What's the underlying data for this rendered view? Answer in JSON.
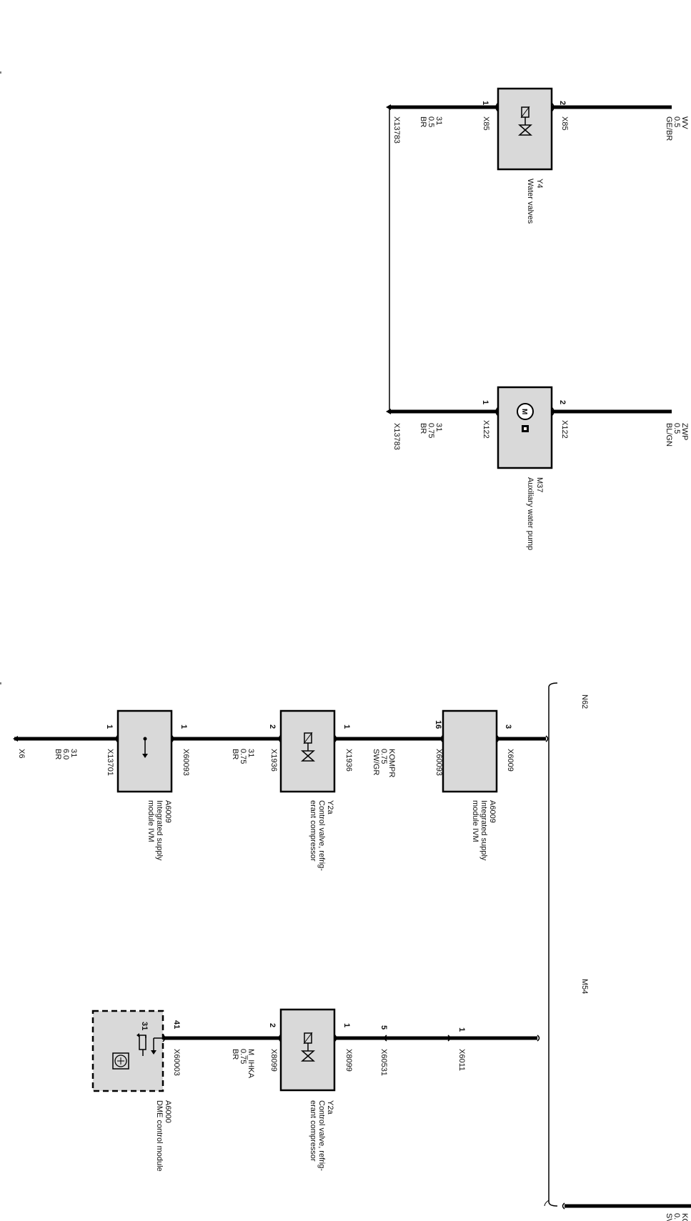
{
  "diagram": {
    "top_left": {
      "water_valves": {
        "id": "Y4",
        "name": "Water valves",
        "pin_left": "1",
        "pin_right": "2",
        "conn_left": "X85",
        "conn_right": "X85",
        "wire_right": [
          "WV",
          "0.5",
          "GE/BR"
        ],
        "wire_left": [
          "31",
          "0.5",
          "BR"
        ],
        "ground": "X13783"
      },
      "aux_pump": {
        "id": "M37",
        "name": "Auxiliary water pump",
        "pin_left": "1",
        "pin_right": "2",
        "conn_left": "X122",
        "conn_right": "X122",
        "wire_right": [
          "ZWP",
          "0.5",
          "BL/GN"
        ],
        "wire_left": [
          "31",
          "0.75",
          "BR"
        ],
        "ground": "X13783",
        "motor_symbol": "M"
      }
    },
    "variants": {
      "n62": "N62",
      "m54": "M54"
    },
    "n62_branch": {
      "ivm_top": {
        "id": "A6009",
        "name_l1": "Integrated supply",
        "name_l2": "module IVM",
        "pin_right": "3",
        "pin_left": "16",
        "conn_right": "X6009",
        "conn_left": "X60093"
      },
      "wire_kompr": [
        "KOMPR",
        "0.75",
        "SW/GR"
      ],
      "valve": {
        "id": "Y2a",
        "name_l1": "Control valve, refrig-",
        "name_l2": "erant compressor",
        "pin_right": "1",
        "pin_left": "2",
        "conn_right": "X1936",
        "conn_left": "X1936"
      },
      "wire_31a": [
        "31",
        "0.75",
        "BR"
      ],
      "ivm_bottom": {
        "id": "A6009",
        "name_l1": "Integrated supply",
        "name_l2": "module IVM",
        "pin_right": "1",
        "pin_left": "1",
        "conn_right": "X60093",
        "conn_left": "X13701"
      },
      "wire_31b": [
        "31",
        "6.0",
        "BR"
      ],
      "ground": "X6"
    },
    "m54_branch": {
      "top_pin": "1",
      "top_conn": "X6011",
      "splice_pin": "5",
      "splice_conn": "X60531",
      "valve": {
        "id": "Y2a",
        "name_l1": "Control valve, refrig-",
        "name_l2": "erant compressor",
        "pin_right": "1",
        "pin_left": "2",
        "conn_right": "X8099",
        "conn_left": "X8099"
      },
      "wire_mihka": [
        "M_IHKA",
        "0.75",
        "BR"
      ],
      "dme": {
        "id": "A6000",
        "name": "DME control module",
        "pin_right": "41",
        "pin_inner": "31",
        "conn": "X60003"
      }
    },
    "right_edge": {
      "wire_partial": [
        "KO",
        "0.",
        "SV"
      ]
    }
  }
}
